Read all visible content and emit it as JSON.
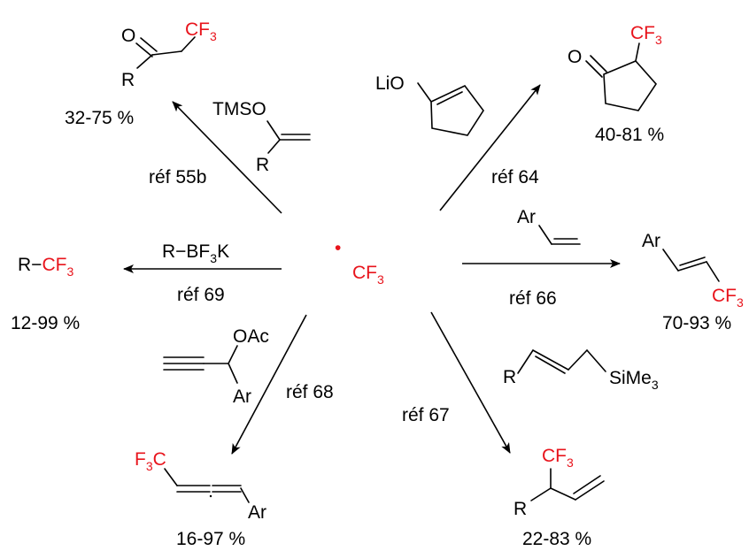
{
  "colors": {
    "cf3": "#e8141c",
    "ink": "#000000"
  },
  "center": {
    "radical_dot": "•",
    "label": "CF",
    "sub": "3"
  },
  "top_left": {
    "product_cf3": "CF",
    "product_cf3_sub": "3",
    "product_o": "O",
    "product_r": "R",
    "yield": "32-75 %",
    "ref": "réf 55b",
    "reagent_tmso": "TMSO",
    "reagent_r": "R"
  },
  "top_right": {
    "reagent_lio": "LiO",
    "product_cf3": "CF",
    "product_cf3_sub": "3",
    "product_o": "O",
    "yield": "40-81 %",
    "ref": "réf 64"
  },
  "left": {
    "reagent_pre": "R−BF",
    "reagent_sub": "3",
    "reagent_post": "K",
    "product_r": "R−",
    "product_cf3": "CF",
    "product_cf3_sub": "3",
    "yield": "12-99 %",
    "ref": "réf 69"
  },
  "right": {
    "reagent_ar": "Ar",
    "product_ar": "Ar",
    "product_cf3": "CF",
    "product_cf3_sub": "3",
    "yield": "70-93 %",
    "ref": "réf 66"
  },
  "bottom_left": {
    "reagent_oac": "OAc",
    "reagent_ar": "Ar",
    "product_f3c_pre": "F",
    "product_f3c_sub": "3",
    "product_f3c_post": "C",
    "product_ar": "Ar",
    "yield": "16-97 %",
    "ref": "réf 68"
  },
  "bottom_right": {
    "reagent_r": "R",
    "reagent_si": "SiMe",
    "reagent_si_sub": "3",
    "product_cf3": "CF",
    "product_cf3_sub": "3",
    "product_r": "R",
    "yield": "22-83 %",
    "ref": "réf 67"
  }
}
